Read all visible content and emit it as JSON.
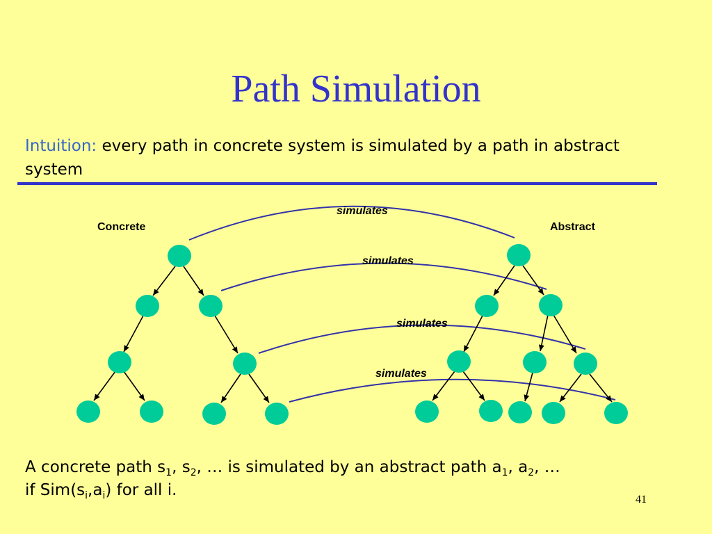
{
  "slide": {
    "title": "Path Simulation",
    "page_number": "41"
  },
  "intuition": {
    "label": "Intuition:",
    "text": " every path in concrete system is simulated by a path in abstract system"
  },
  "diagram": {
    "left_label": "Concrete",
    "right_label": "Abstract",
    "relation_labels": [
      "simulates",
      "simulates",
      "simulates",
      "simulates"
    ]
  },
  "bottom": {
    "t1": "A concrete path s",
    "s1": "1",
    "t2": ", s",
    "s2": "2",
    "t3": ", … is simulated by an abstract path a",
    "a1": "1",
    "t4": ", a",
    "a2": "2",
    "t5": ", …",
    "t6": "if Sim(s",
    "si": "i",
    "t7": ",a",
    "ai": "i",
    "t8": ") for all i."
  },
  "colors": {
    "background": "#ffff99",
    "title": "#3333cc",
    "accent_label": "#3366cc",
    "node_fill": "#00cc99",
    "arc": "#3333aa"
  }
}
